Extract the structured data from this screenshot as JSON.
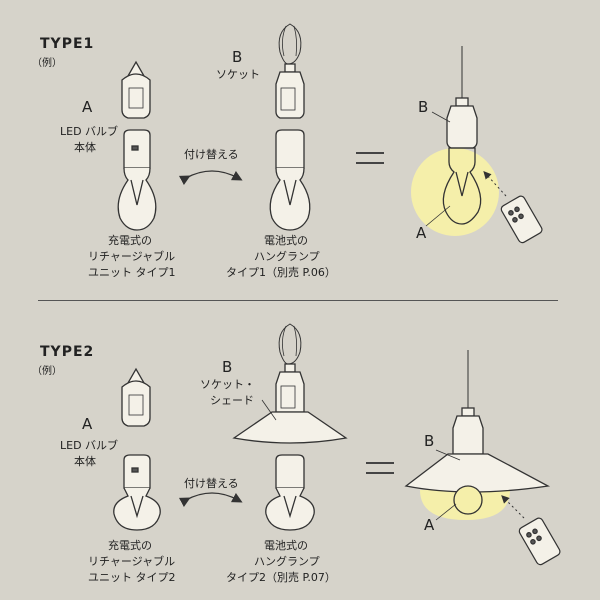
{
  "colors": {
    "background": "#d6d3ca",
    "line": "#333333",
    "glow": "#f5efaa",
    "body": "#f4f1e8"
  },
  "type1": {
    "title": "TYPE1",
    "sub": "（例）",
    "letter_a": "A",
    "label_a_line1": "LED バルブ",
    "label_a_line2": "本体",
    "letter_b": "B",
    "label_b": "ソケット",
    "swap_label": "付け替える",
    "caption_left": [
      "充電式の",
      "リチャージャブル",
      "ユニット タイプ1"
    ],
    "caption_right": [
      "電池式の",
      "ハングランプ",
      "タイプ1（別売 P.06）"
    ],
    "result_letter_a": "A",
    "result_letter_b": "B"
  },
  "type2": {
    "title": "TYPE2",
    "sub": "（例）",
    "letter_a": "A",
    "label_a_line1": "LED バルブ",
    "label_a_line2": "本体",
    "letter_b": "B",
    "label_b_line1": "ソケット・",
    "label_b_line2": "シェード",
    "swap_label": "付け替える",
    "caption_left": [
      "充電式の",
      "リチャージャブル",
      "ユニット タイプ2"
    ],
    "caption_right": [
      "電池式の",
      "ハングランプ",
      "タイプ2（別売 P.07）"
    ],
    "result_letter_a": "A",
    "result_letter_b": "B"
  },
  "equals_sign": "＝"
}
